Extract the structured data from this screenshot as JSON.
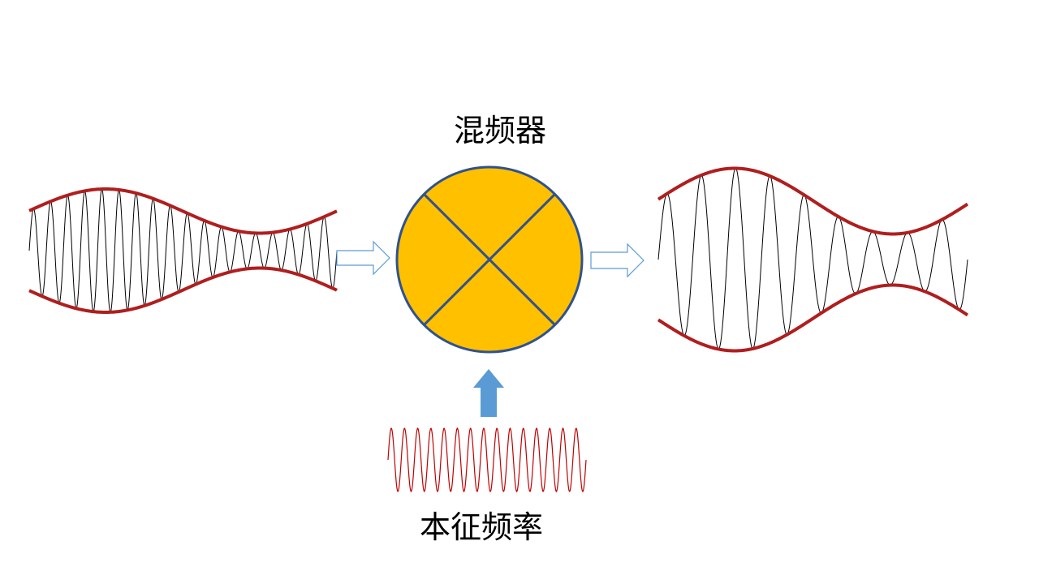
{
  "mixer_label": "混频器",
  "lo_label": "本征频率",
  "colors": {
    "envelope": "#B01E1E",
    "carrier": "#000000",
    "lo_wave": "#C00000",
    "mixer_fill": "#FFC000",
    "mixer_stroke": "#2F528F",
    "arrow_outline": "#5B9BD5",
    "arrow_fill": "#5B9BD5"
  },
  "input_signal": {
    "carrier_cycles": 18
  },
  "output_signal": {
    "carrier_cycles": 9
  },
  "lo_signal": {
    "cycles": 15
  }
}
